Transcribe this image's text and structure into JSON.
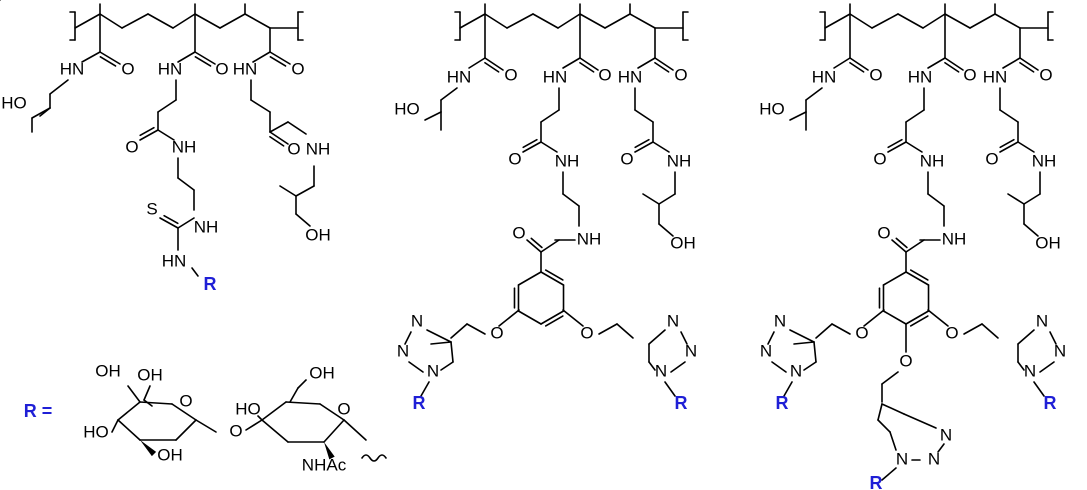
{
  "colors": {
    "bond": "#000000",
    "r_group": "#1f1fd6"
  },
  "labels": {
    "hn": "HN",
    "nh": "NH",
    "n": "N",
    "o": "O",
    "s": "S",
    "ho": "HO",
    "oh": "OH",
    "r": "R",
    "r_equals": "R =",
    "nhac": "NHAc",
    "hn_r": "HN"
  }
}
